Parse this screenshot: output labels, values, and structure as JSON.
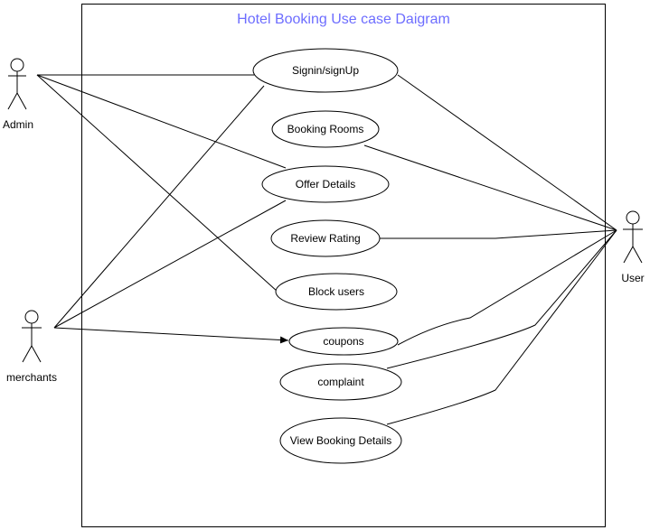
{
  "diagram": {
    "title": "Hotel Booking Use case Daigram",
    "title_color": "#6d6dff",
    "actors": {
      "admin": "Admin",
      "merchants": "merchants",
      "user": "User"
    },
    "use_cases": {
      "signin": "Signin/signUp",
      "booking": "Booking Rooms",
      "offer": "Offer Details",
      "review": "Review Rating",
      "block": "Block users",
      "coupons": "coupons",
      "complaint": "complaint",
      "view_booking": "View Booking Details"
    }
  }
}
